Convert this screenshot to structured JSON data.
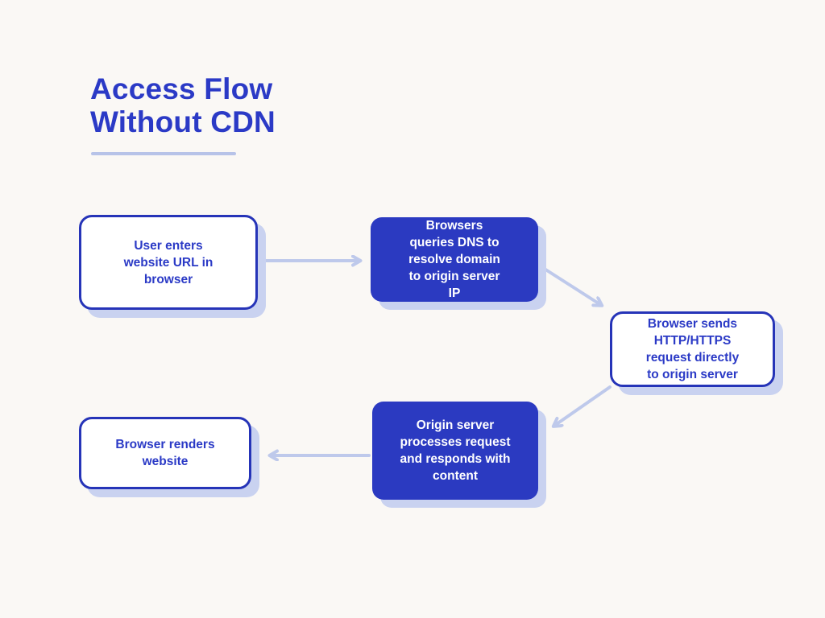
{
  "title": {
    "line1": "Access Flow",
    "line2": "Without CDN"
  },
  "colors": {
    "background": "#FAF8F5",
    "primary_blue": "#2B3AC1",
    "outline_border_blue": "#2634B8",
    "title_text_blue": "#2B3AC6",
    "shadow_periwinkle": "#C9D2F0",
    "arrow_periwinkle": "#BEC9EB",
    "node_text_white": "#FFFFFF"
  },
  "nodes": [
    {
      "id": "user-enters-url",
      "style": "outline",
      "label": "User enters\nwebsite URL in\nbrowser"
    },
    {
      "id": "dns-query",
      "style": "filled",
      "label": "Browsers\nqueries DNS to\nresolve domain\nto origin server\nIP"
    },
    {
      "id": "http-request",
      "style": "outline",
      "label": "Browser sends\nHTTP/HTTPS\nrequest directly\nto origin server"
    },
    {
      "id": "origin-processes",
      "style": "filled",
      "label": "Origin server\nprocesses request\nand responds with\ncontent"
    },
    {
      "id": "browser-renders",
      "style": "outline",
      "label": "Browser renders\nwebsite"
    }
  ],
  "connections": [
    {
      "from": "user-enters-url",
      "to": "dns-query"
    },
    {
      "from": "dns-query",
      "to": "http-request"
    },
    {
      "from": "http-request",
      "to": "origin-processes"
    },
    {
      "from": "origin-processes",
      "to": "browser-renders"
    }
  ]
}
